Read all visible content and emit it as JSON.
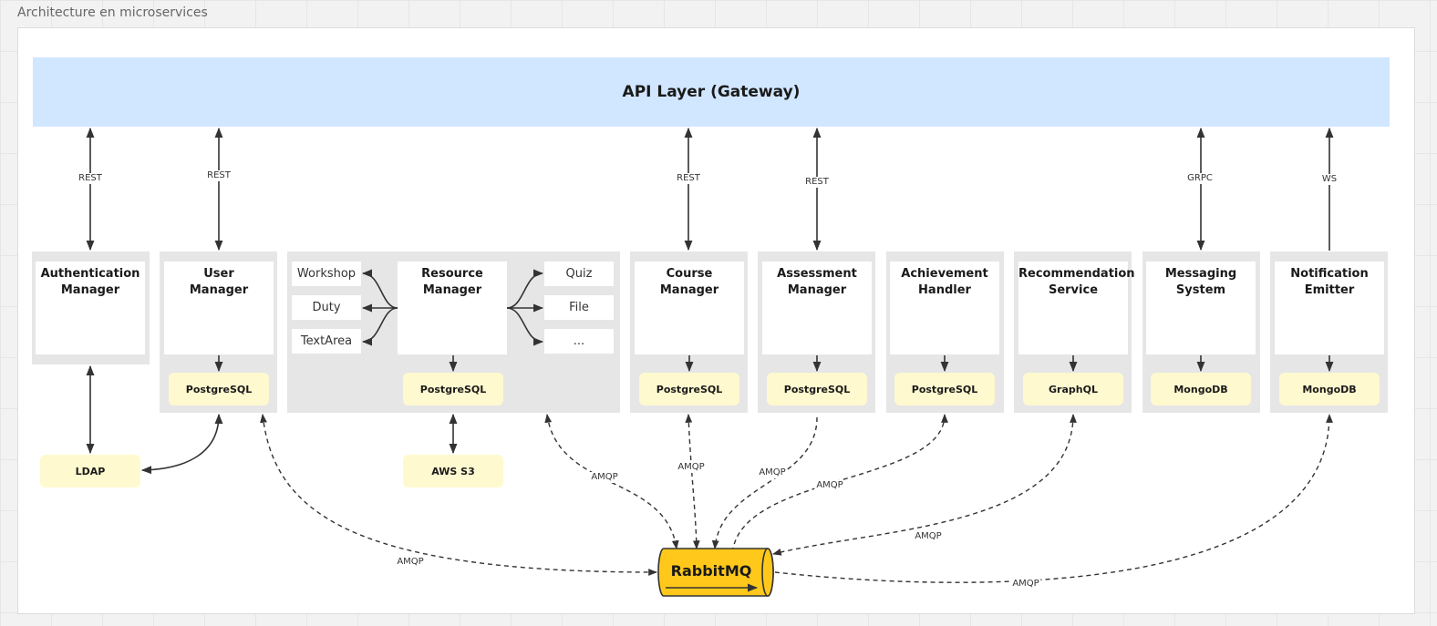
{
  "frame_title": "Architecture en microservices",
  "api_layer": "API Layer (Gateway)",
  "services": {
    "auth": [
      "Authentication",
      "Manager"
    ],
    "user": [
      "User",
      "Manager"
    ],
    "resource": [
      "Resource",
      "Manager"
    ],
    "course": [
      "Course",
      "Manager"
    ],
    "assessment": [
      "Assessment",
      "Manager"
    ],
    "achievement": [
      "Achievement",
      "Handler"
    ],
    "recommendation": [
      "Recommendation",
      "Service"
    ],
    "messaging": [
      "Messaging",
      "System"
    ],
    "notification": [
      "Notification",
      "Emitter"
    ]
  },
  "resource_left": [
    "Workshop",
    "Duty",
    "TextArea"
  ],
  "resource_right": [
    "Quiz",
    "File",
    "..."
  ],
  "databases": {
    "user": "PostgreSQL",
    "resource": "PostgreSQL",
    "course": "PostgreSQL",
    "assessment": "PostgreSQL",
    "achievement": "PostgreSQL",
    "recommendation": "GraphQL",
    "messaging": "MongoDB",
    "notification": "MongoDB",
    "ldap": "LDAP",
    "s3": "AWS S3"
  },
  "protocols": {
    "auth": "REST",
    "user": "REST",
    "course": "REST",
    "assessment": "REST",
    "messaging": "GRPC",
    "notification": "WS",
    "amqp": "AMQP"
  },
  "broker": "RabbitMQ",
  "colors": {
    "api": "#d1e6ff",
    "panel": "#e6e6e6",
    "db": "#fff9cf",
    "broker": "#ffc81a",
    "line": "#333333"
  }
}
